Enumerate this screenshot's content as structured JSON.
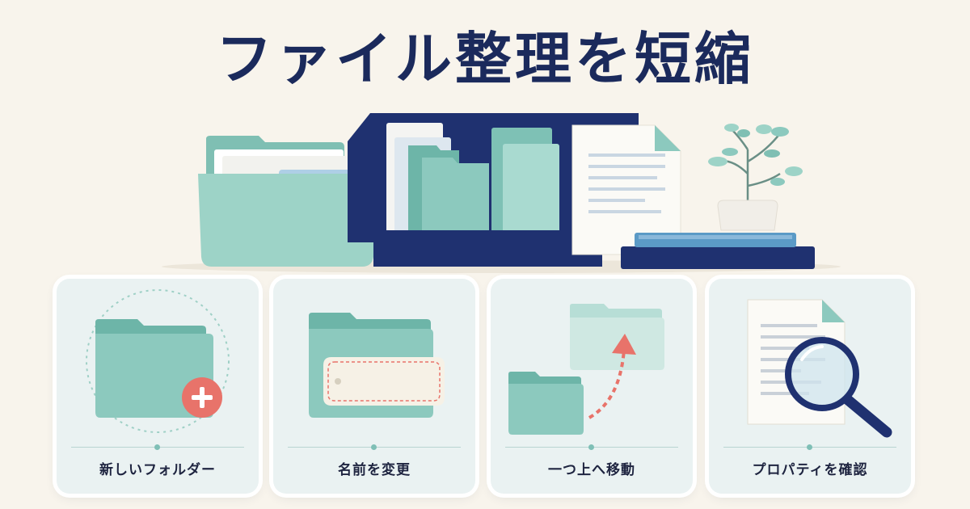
{
  "title": "ファイル整理を短縮",
  "colors": {
    "background": "#f8f4ec",
    "title": "#1b2a5c",
    "folder_teal": "#8cc9be",
    "navy": "#1f3170",
    "accent_coral": "#e8736a",
    "card_bg": "#eaf2f2"
  },
  "hero": {
    "icons": [
      "open-folder-icon",
      "file-organizer-rack-icon",
      "document-icon",
      "plant-icon",
      "books-icon"
    ]
  },
  "cards": [
    {
      "label": "新しいフォルダー",
      "icon": "new-folder-icon"
    },
    {
      "label": "名前を変更",
      "icon": "rename-tag-icon"
    },
    {
      "label": "一つ上へ移動",
      "icon": "move-up-icon"
    },
    {
      "label": "プロパティを確認",
      "icon": "properties-magnifier-icon"
    }
  ]
}
